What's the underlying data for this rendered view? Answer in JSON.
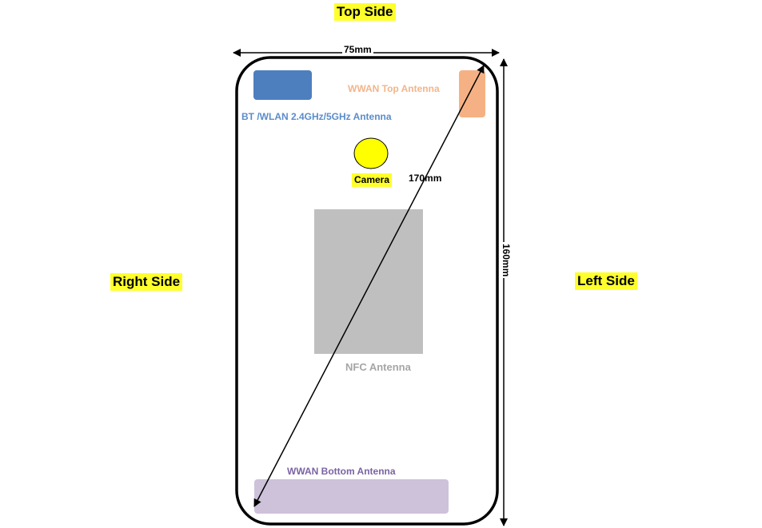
{
  "sides": {
    "top": "Top Side",
    "right": "Right Side",
    "left": "Left Side"
  },
  "dimensions": {
    "width": "75mm",
    "height": "160mm",
    "diagonal": "170mm"
  },
  "components": {
    "bt_wlan_antenna": "BT /WLAN 2.4GHz/5GHz Antenna",
    "wwan_top_antenna": "WWAN Top Antenna",
    "camera": "Camera",
    "nfc_antenna": "NFC Antenna",
    "wwan_bottom_antenna": "WWAN Bottom Antenna"
  },
  "colors": {
    "highlight": "#ffff2b",
    "bt_wlan_block": "#4d7fbf",
    "bt_wlan_text": "#5b8cc9",
    "wwan_top_block": "#f5b184",
    "wwan_top_text": "#f2b58a",
    "camera_fill": "#ffff00",
    "nfc_block": "#bfbfbf",
    "nfc_text": "#a6a6a6",
    "wwan_bottom_block": "#cdc2da",
    "wwan_bottom_text": "#7b63a3",
    "outline": "#000000"
  }
}
